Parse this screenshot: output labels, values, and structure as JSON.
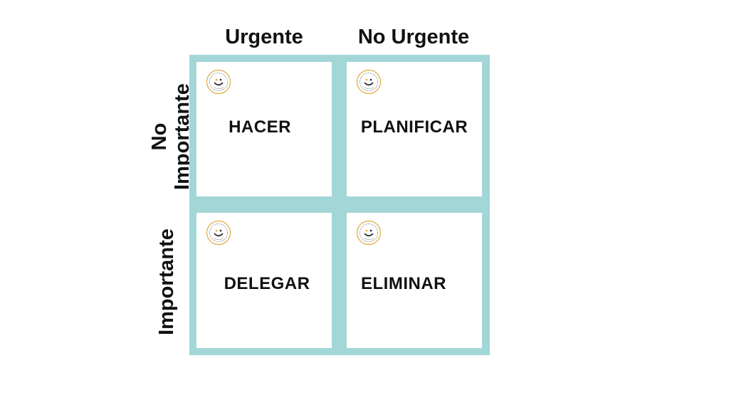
{
  "columns": {
    "urgent": "Urgente",
    "not_urgent": "No Urgente"
  },
  "rows": {
    "top": [
      "No",
      "Importante"
    ],
    "bottom": "Importante"
  },
  "quadrants": {
    "top_left": "HACER",
    "top_right": "PLANIFICAR",
    "bottom_left": "DELEGAR",
    "bottom_right": "ELIMINAR"
  },
  "colors": {
    "grid_border": "#a3d6d6",
    "logo_accent": "#e2a93b",
    "text": "#111111"
  },
  "icons": {
    "quadrant_logo": "smiley-badge-logo-icon"
  }
}
